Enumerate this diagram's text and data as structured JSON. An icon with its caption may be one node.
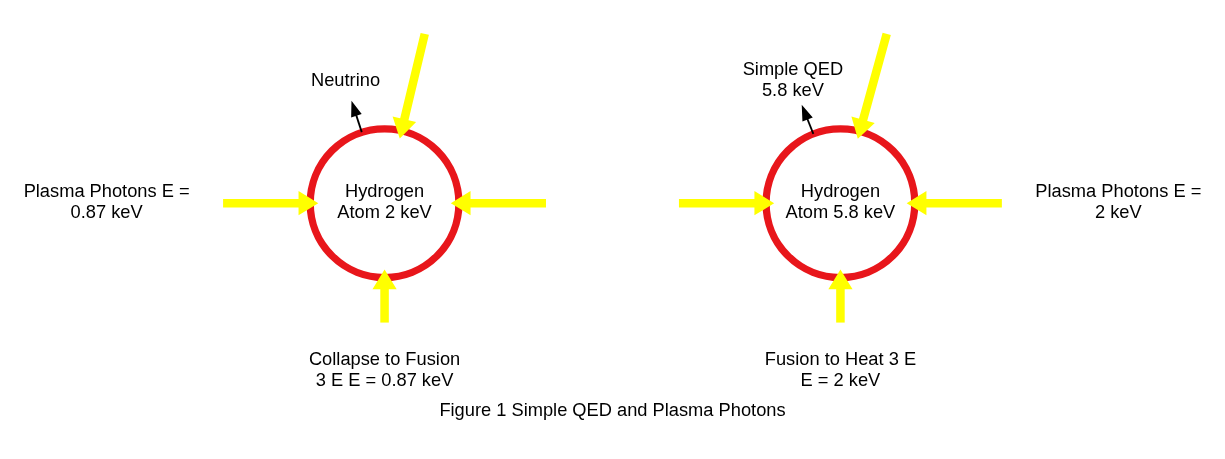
{
  "diagram": {
    "caption": "Figure 1 Simple QED and Plasma Photons",
    "nodes": [
      {
        "text": [
          "Neutrino"
        ]
      },
      {
        "text": [
          "Hydrogen Atom 2 keV"
        ]
      },
      {
        "text": [
          "Simple QED 5.8 keV"
        ]
      },
      {
        "text": [
          "Hydrogen Atom 5.8 keV"
        ]
      }
    ],
    "edges": [
      {
        "from": 1,
        "to": 0,
        "arrow": "to",
        "color": "#000000"
      },
      {
        "from": null,
        "to": 1,
        "arrow": "to"
      },
      {
        "from": null,
        "to": 1,
        "arrow": "to"
      },
      {
        "from": null,
        "to": 1,
        "arrow": "to"
      },
      {
        "from": null,
        "to": 1,
        "arrow": "to"
      },
      {
        "from": 3,
        "to": 2,
        "arrow": "to",
        "color": "#000000"
      },
      {
        "from": null,
        "to": 3,
        "arrow": "to"
      },
      {
        "from": null,
        "to": 3,
        "arrow": "to"
      },
      {
        "from": null,
        "to": 3,
        "arrow": "to"
      },
      {
        "from": null,
        "to": 3,
        "arrow": "to"
      }
    ],
    "labels": [
      "Plasma Photons E = 0.87 keV",
      "Plasma Photons E = 2 keV",
      "Collapse to Fusion 3 E E = 0.87 keV",
      "Fusion to Heat 3 E E = 2 keV"
    ]
  }
}
